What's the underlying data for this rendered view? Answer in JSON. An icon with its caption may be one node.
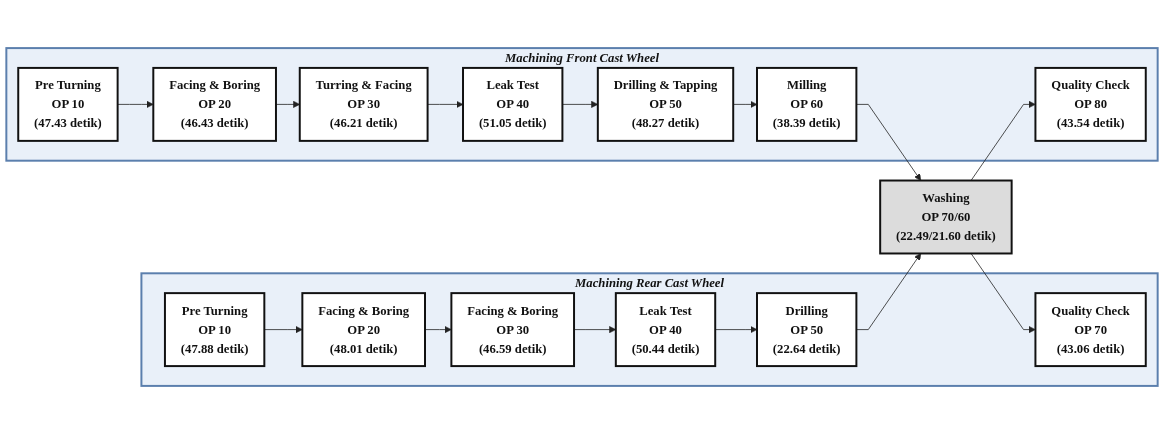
{
  "diagram": {
    "nodes": [
      {
        "text": [
          "Machining Front Cast Wheel"
        ]
      },
      {
        "text": [
          "Pre Turning",
          "OP 10",
          "(47.43 detik)"
        ],
        "in": 0
      },
      {
        "text": [
          "Facing & Boring",
          "OP 20",
          "(46.43 detik)"
        ],
        "in": 0
      },
      {
        "text": [
          "Turring & Facing",
          "OP 30",
          "(46.21 detik)"
        ],
        "in": 0
      },
      {
        "text": [
          "Leak Test",
          "OP 40",
          "(51.05 detik)"
        ],
        "in": 0
      },
      {
        "text": [
          "Drilling & Tapping",
          "OP 50",
          "(48.27 detik)"
        ],
        "in": 0
      },
      {
        "text": [
          "Milling",
          "OP 60",
          "(38.39 detik)"
        ],
        "in": 0
      },
      {
        "text": [
          "Quality Check",
          "OP 80",
          "(43.54 detik)"
        ],
        "in": 0
      },
      {
        "text": [
          "Machining Rear Cast Wheel"
        ]
      },
      {
        "text": [
          "Pre Turning",
          "OP 10",
          "(47.88 detik)"
        ],
        "in": 8
      },
      {
        "text": [
          "Facing & Boring",
          "OP 20",
          "(48.01 detik)"
        ],
        "in": 8
      },
      {
        "text": [
          "Facing & Boring",
          "OP 30",
          "(46.59 detik)"
        ],
        "in": 8
      },
      {
        "text": [
          "Leak Test",
          "OP 40",
          "(50.44 detik)"
        ],
        "in": 8
      },
      {
        "text": [
          "Drilling",
          "OP 50",
          "(22.64 detik)"
        ],
        "in": 8
      },
      {
        "text": [
          "Quality Check",
          "OP 70",
          "(43.06 detik)"
        ],
        "in": 8
      },
      {
        "text": [
          "Washing",
          "OP 70/60",
          "(22.49/21.60 detik)"
        ]
      }
    ],
    "edges": [
      {
        "from": 1,
        "to": 2,
        "arrow": "to"
      },
      {
        "from": 2,
        "to": 3,
        "arrow": "to"
      },
      {
        "from": 3,
        "to": 4,
        "arrow": "to"
      },
      {
        "from": 4,
        "to": 5,
        "arrow": "to"
      },
      {
        "from": 5,
        "to": 6,
        "arrow": "to"
      },
      {
        "from": 6,
        "to": 15,
        "arrow": "to"
      },
      {
        "from": 9,
        "to": 10,
        "arrow": "to"
      },
      {
        "from": 10,
        "to": 11,
        "arrow": "to"
      },
      {
        "from": 11,
        "to": 12,
        "arrow": "to"
      },
      {
        "from": 12,
        "to": 13,
        "arrow": "to"
      },
      {
        "from": 13,
        "to": 15,
        "arrow": "to"
      },
      {
        "from": 15,
        "to": 7,
        "arrow": "to"
      },
      {
        "from": 15,
        "to": 14,
        "arrow": "to"
      }
    ]
  }
}
